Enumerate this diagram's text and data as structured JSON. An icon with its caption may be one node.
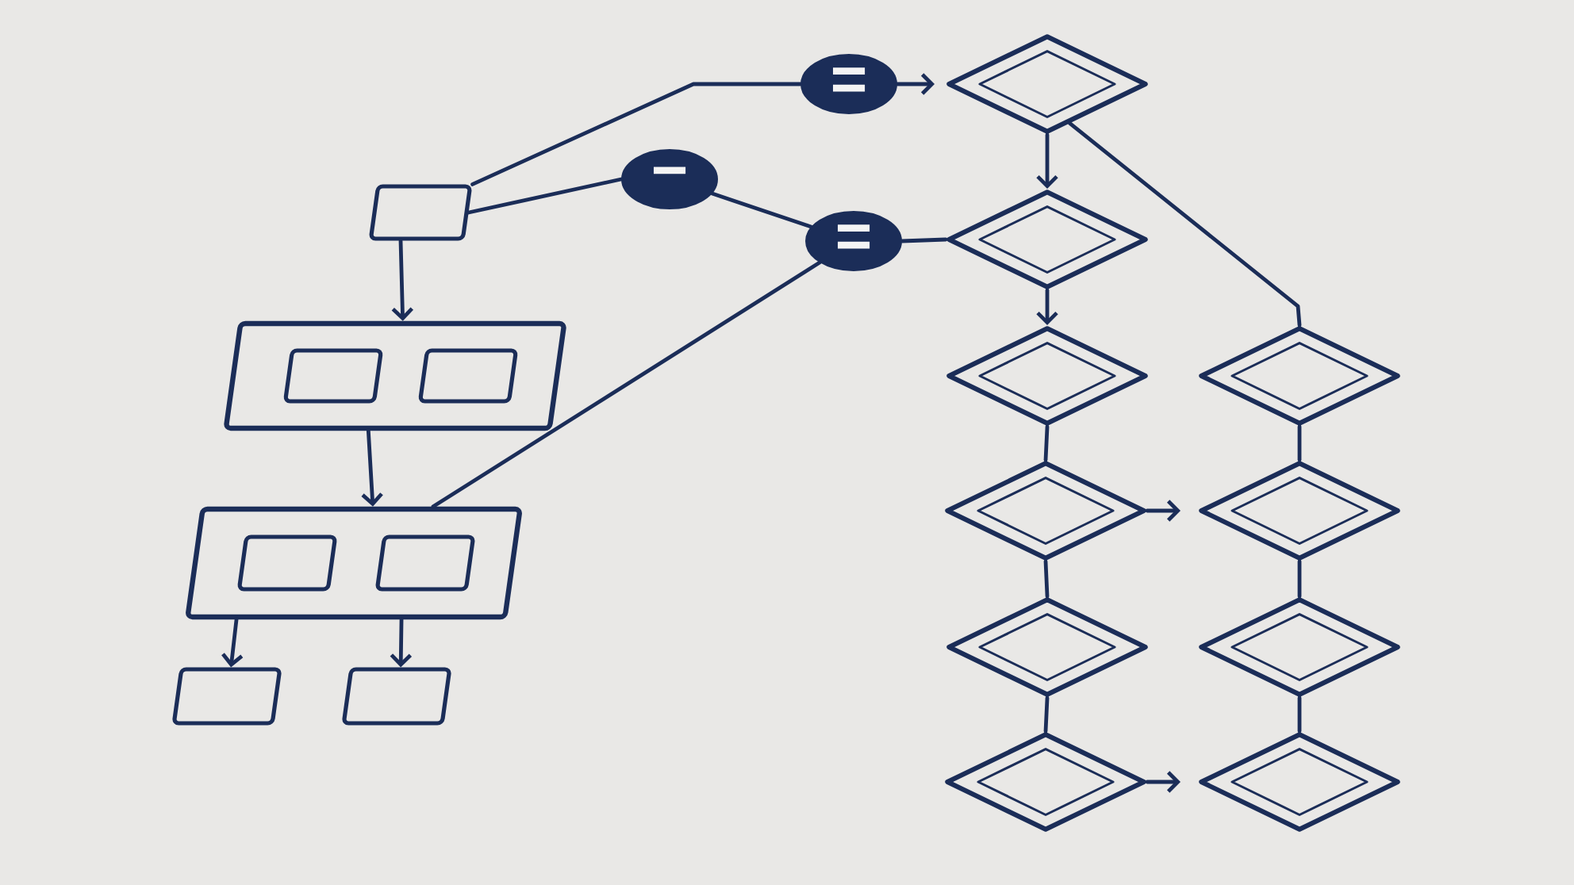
{
  "diagram": {
    "nodes": [
      {
        "text": [],
        "shape": "box"
      },
      {
        "text": [
          "="
        ]
      },
      {
        "text": [
          "−"
        ]
      },
      {
        "text": [
          "="
        ]
      },
      {
        "text": [],
        "shape": "diamond"
      },
      {
        "text": [],
        "shape": "diamond"
      },
      {
        "text": [],
        "shape": "box"
      },
      {
        "text": [],
        "shape": "box",
        "in": 6
      },
      {
        "text": [],
        "shape": "box",
        "in": 6
      },
      {
        "text": [],
        "shape": "box"
      },
      {
        "text": [],
        "shape": "box",
        "in": 9
      },
      {
        "text": [],
        "shape": "box",
        "in": 9
      },
      {
        "text": [],
        "shape": "box"
      },
      {
        "text": [],
        "shape": "box"
      },
      {
        "text": [],
        "shape": "diamond"
      },
      {
        "text": [],
        "shape": "diamond"
      },
      {
        "text": [],
        "shape": "diamond"
      },
      {
        "text": [],
        "shape": "diamond"
      },
      {
        "text": [],
        "shape": "diamond"
      },
      {
        "text": [],
        "shape": "diamond"
      },
      {
        "text": [],
        "shape": "diamond"
      },
      {
        "text": [],
        "shape": "diamond"
      }
    ],
    "edges": [
      {
        "from": 0,
        "to": 1,
        "arrow": "none"
      },
      {
        "from": 1,
        "to": 4,
        "arrow": "to"
      },
      {
        "from": 0,
        "to": 2,
        "arrow": "none"
      },
      {
        "from": 2,
        "to": 3,
        "arrow": "none"
      },
      {
        "from": 9,
        "to": 3,
        "arrow": "none"
      },
      {
        "from": 3,
        "to": 5,
        "arrow": "none"
      },
      {
        "from": 4,
        "to": 5,
        "arrow": "to"
      },
      {
        "from": 4,
        "to": 18,
        "arrow": "none"
      },
      {
        "from": 5,
        "to": 14,
        "arrow": "to"
      },
      {
        "from": 14,
        "to": 15,
        "arrow": "none"
      },
      {
        "from": 15,
        "to": 16,
        "arrow": "none"
      },
      {
        "from": 16,
        "to": 17,
        "arrow": "none"
      },
      {
        "from": 15,
        "to": 19,
        "arrow": "to"
      },
      {
        "from": 17,
        "to": 21,
        "arrow": "to"
      },
      {
        "from": 18,
        "to": 19,
        "arrow": "none"
      },
      {
        "from": 19,
        "to": 20,
        "arrow": "none"
      },
      {
        "from": 20,
        "to": 21,
        "arrow": "none"
      },
      {
        "from": 0,
        "to": 6,
        "arrow": "to"
      },
      {
        "from": 6,
        "to": 9,
        "arrow": "to"
      },
      {
        "from": 9,
        "to": 12,
        "arrow": "to"
      },
      {
        "from": 9,
        "to": 13,
        "arrow": "to"
      }
    ]
  }
}
